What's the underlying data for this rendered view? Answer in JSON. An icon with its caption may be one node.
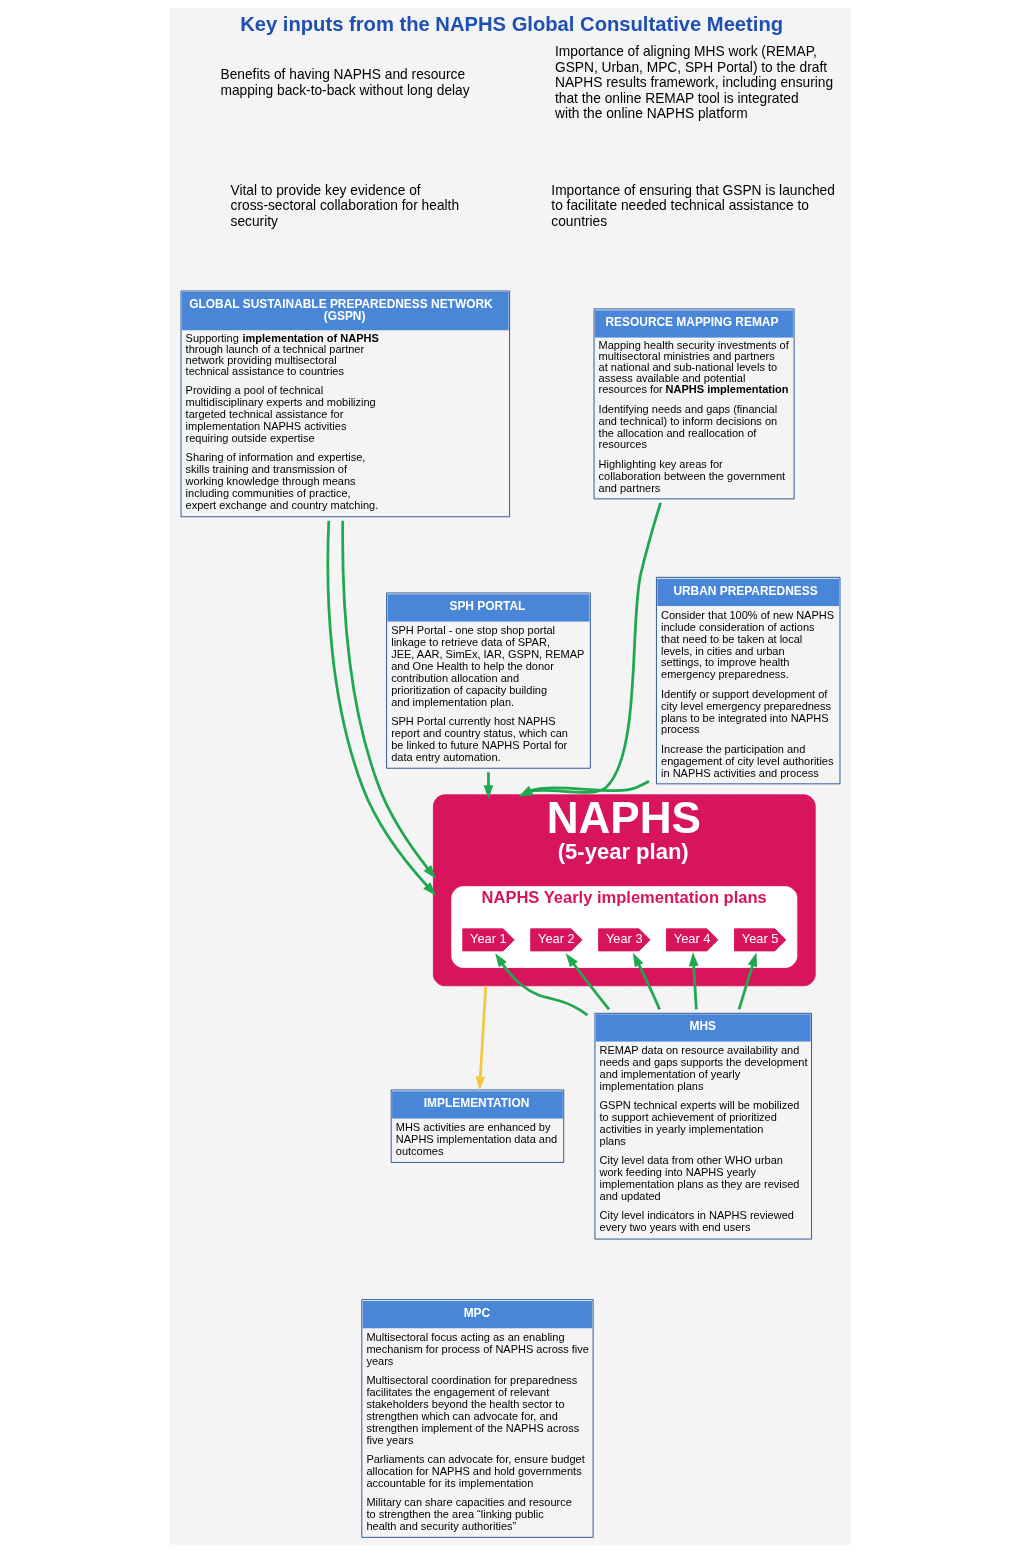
{
  "diagram": {
    "title": "Key inputs from the NAPHS Global Consultative Meeting",
    "nodes": [
      {
        "text": [
          "IMPLEMENTATION",
          "MHS activities are enhanced by NAPHS implementation data and outcomes"
        ]
      },
      {
        "text": [
          "NAPHS",
          "(5-year plan)"
        ]
      },
      {
        "text": [
          "NAPHS Yearly implementation plans"
        ],
        "in": 1
      },
      {
        "text": [
          "Year 1"
        ],
        "in": 2
      },
      {
        "text": [
          "Year 2"
        ],
        "in": 2
      },
      {
        "text": [
          "Year 3"
        ],
        "in": 2
      },
      {
        "text": [
          "Year 4"
        ],
        "in": 2
      },
      {
        "text": [
          "Year 5"
        ],
        "in": 2
      },
      {
        "text": [
          "MHS",
          "REMAP data on resource availability and needs and gaps supports the development and implementation of yearly implementation plans",
          "GSPN technical experts will be mobilized to support achievement of prioritized activities in yearly implementation plans",
          "City level data from other WHO urban work feeding into NAPHS yearly implementation plans as they are revised and updated",
          "City level indicators in NAPHS reviewed every two years with end users"
        ]
      },
      {
        "text": [
          "MPC",
          "Multisectoral focus acting as an enabling mechanism for process of NAPHS across five years",
          "Multisectoral coordination for preparedness facilitates the engagement of relevant stakeholders beyond the health sector to strengthen which can advocate for, and strengthen implement of the NAPHS across five years",
          "Parliaments can advocate for, ensure budget allocation for NAPHS and hold governments accountable for its implementation",
          "Military can share capacities and resource to strengthen the area “linking public health and security authorities”"
        ]
      },
      {
        "text": [
          "GLOBAL SUSTAINABLE PREPAREDNESS NETWORK (GSPN)",
          "Supporting **implementation of NAPHS** through launch of a technical partner network providing multisectoral technical assistance to countries",
          "Providing a pool of technical multidisciplinary experts and mobilizing targeted technical assistance for implementation NAPHS activities requiring outside expertise",
          "Sharing of information and expertise, skills training and transmission of working knowledge through means including communities of practice, expert exchange and country matching."
        ]
      },
      {
        "text": [
          "RESOURCE MAPPING REMAP",
          "Mapping health security investments of multisectoral ministries and partners at national and sub-national levels to assess available and potential resources for **NAPHS implementation**",
          "Identifying needs and gaps (financial and technical) to inform decisions on the allocation and reallocation of resources",
          "Highlighting key areas for collaboration between the government and partners"
        ]
      },
      {
        "text": [
          "SPH PORTAL",
          "SPH Portal - one stop shop portal linkage to retrieve data of SPAR, JEE, AAR, SimEx, IAR, GSPN, REMAP and One Health to help the donor contribution allocation and prioritization of capacity building and implementation plan.",
          "SPH Portal currently host NAPHS report and country status, which can be linked to future NAPHS Portal for data entry automation."
        ]
      },
      {
        "text": [
          "URBAN PREPAREDNESS",
          "Consider that 100% of new NAPHS include consideration of actions that need to be taken at local levels, in cities and urban settings, to improve health emergency preparedness.",
          "Identify or support development of city level emergency preparedness plans to be integrated into NAPHS process",
          "Increase the participation and engagement of city level authorities in NAPHS activities and process"
        ]
      }
    ],
    "edges": [
      {
        "from": 10,
        "to": 1,
        "arrow": "to"
      },
      {
        "from": 11,
        "to": 1,
        "arrow": "to"
      },
      {
        "from": 10,
        "to": 1,
        "arrow": "to"
      },
      {
        "from": 13,
        "to": 1,
        "arrow": "to"
      },
      {
        "from": 12,
        "to": 1,
        "arrow": "to"
      },
      {
        "from": 8,
        "to": 3,
        "arrow": "to"
      },
      {
        "from": 8,
        "to": 4,
        "arrow": "to"
      },
      {
        "from": 8,
        "to": 5,
        "arrow": "to"
      },
      {
        "from": 8,
        "to": 6,
        "arrow": "to"
      },
      {
        "from": 8,
        "to": 7,
        "arrow": "to"
      },
      {
        "from": 1,
        "to": 0,
        "arrow": "to",
        "color": "#f2c744"
      }
    ],
    "labels": [
      "Importance of aligning MHS work (REMAP, GSPN, Urban, MPC, SPH Portal) to the draft NAPHS results framework, including ensuring that the online REMAP tool is integrated with the online NAPHS platform",
      "Benefits of having NAPHS and resource mapping back-to-back without long delay",
      "Importance of ensuring that GSPN is launched to facilitate needed technical assistance to countries",
      "Vital to provide key evidence of cross-sectoral collaboration for health security"
    ]
  }
}
